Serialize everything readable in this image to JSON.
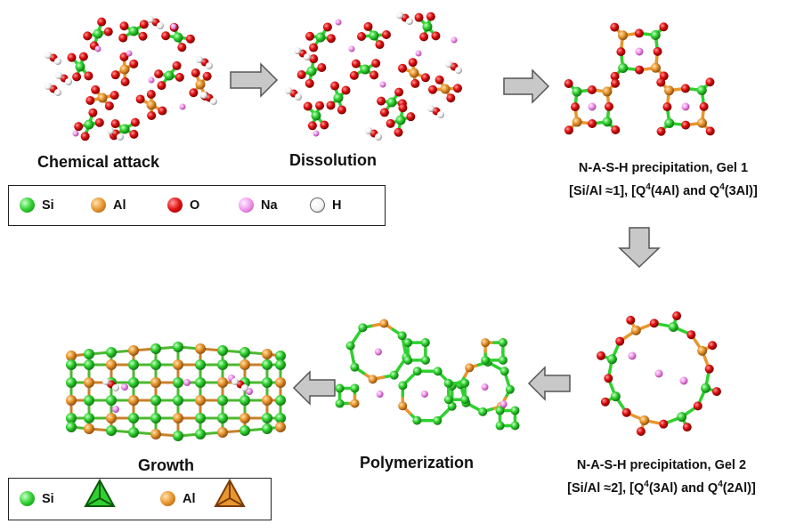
{
  "steps": {
    "chemical_attack": "Chemical attack",
    "dissolution": "Dissolution",
    "gel1_title": "N-A-S-H precipitation, Gel 1",
    "gel1_sub": "[Si/Al ≈1], [Q4(4Al) and Q4(3Al)]",
    "gel2_title": "N-A-S-H precipitation, Gel 2",
    "gel2_sub": "[Si/Al ≈2], [Q4(3Al) and Q4(2Al)]",
    "polymerization": "Polymerization",
    "growth": "Growth"
  },
  "legend_atoms": [
    {
      "label": "Si",
      "color": "#2fd02f"
    },
    {
      "label": "Al",
      "color": "#e8962e"
    },
    {
      "label": "O",
      "color": "#e01010"
    },
    {
      "label": "Na",
      "color": "#ee8ee8"
    },
    {
      "label": "H",
      "color": "#ffffff"
    }
  ],
  "legend_tetra": [
    {
      "label": "Si",
      "color": "#2fd02f"
    },
    {
      "label": "Al",
      "color": "#e8962e"
    }
  ],
  "colors": {
    "si": "#2fd02f",
    "al": "#e8962e",
    "o": "#e01010",
    "na": "#ee8ee8",
    "h": "#ffffff",
    "arrow": "#c8c8c8"
  }
}
